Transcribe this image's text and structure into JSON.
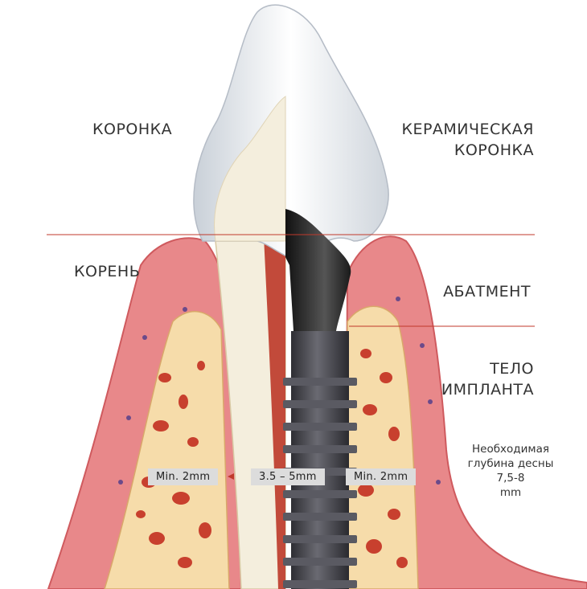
{
  "labels": {
    "crown": "КОРОНКА",
    "ceramic_crown": [
      "КЕРАМИЧЕСКАЯ",
      "КОРОНКА"
    ],
    "root": "КОРЕНЬ",
    "abutment": "АБАТМЕНТ",
    "implant_body": [
      "ТЕЛО",
      "ИМПЛАНТА"
    ]
  },
  "gum_depth_note": [
    "Необходимая",
    "глубина десны",
    "7,5-8",
    "mm"
  ],
  "measurements": {
    "left_min": "Min. 2mm",
    "implant_width": "3.5 – 5mm",
    "right_min": "Min. 2mm"
  },
  "colors": {
    "gum": "#e8888a",
    "gum_dark": "#cf5a5e",
    "bone": "#f6dcaa",
    "bone_holes": "#c8402e",
    "crown": "#eef1f4",
    "dentin": "#f4eedd",
    "implant": "#4a4a4f",
    "divider": "#c0392b"
  }
}
